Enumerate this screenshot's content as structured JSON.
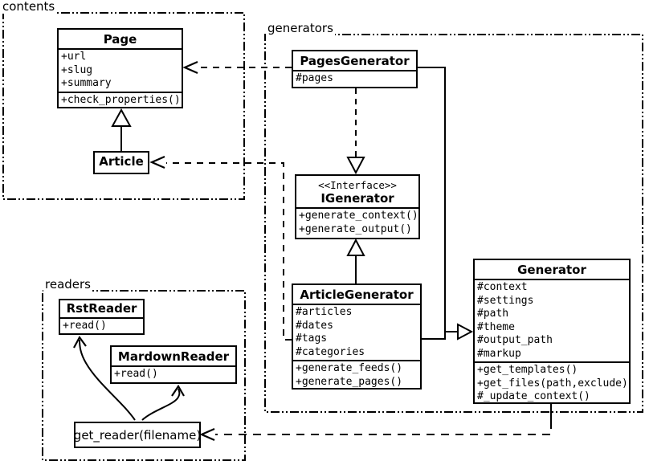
{
  "diagram_type": "uml-class-diagram",
  "colors": {
    "line": "#000000",
    "background": "#ffffff"
  },
  "packages": {
    "contents": {
      "label": "contents"
    },
    "generators": {
      "label": "generators"
    },
    "readers": {
      "label": "readers"
    }
  },
  "classes": {
    "page": {
      "name": "Page",
      "attributes": [
        "+url",
        "+slug",
        "+summary"
      ],
      "methods": [
        "+check_properties()"
      ]
    },
    "article": {
      "name": "Article"
    },
    "pages_generator": {
      "name": "PagesGenerator",
      "attributes": [
        "#pages"
      ]
    },
    "igenerator": {
      "stereotype": "<<Interface>>",
      "name": "IGenerator",
      "methods": [
        "+generate_context()",
        "+generate_output()"
      ]
    },
    "article_generator": {
      "name": "ArticleGenerator",
      "attributes": [
        "#articles",
        "#dates",
        "#tags",
        "#categories"
      ],
      "methods": [
        "+generate_feeds()",
        "+generate_pages()"
      ]
    },
    "generator": {
      "name": "Generator",
      "attributes": [
        "#context",
        "#settings",
        "#path",
        "#theme",
        "#output_path",
        "#markup"
      ],
      "methods": [
        "+get_templates()",
        "+get_files(path,exclude)",
        "#_update_context()"
      ]
    },
    "rst_reader": {
      "name": "RstReader",
      "methods": [
        "+read()"
      ]
    },
    "mardown_reader": {
      "name": "MardownReader",
      "methods": [
        "+read()"
      ]
    },
    "get_reader": {
      "label": "get_reader(filename)"
    }
  },
  "relations": [
    {
      "from": "Article",
      "to": "Page",
      "type": "generalization"
    },
    {
      "from": "PagesGenerator",
      "to": "IGenerator",
      "type": "realization"
    },
    {
      "from": "ArticleGenerator",
      "to": "IGenerator",
      "type": "generalization"
    },
    {
      "from": "PagesGenerator",
      "to": "Generator",
      "type": "generalization"
    },
    {
      "from": "ArticleGenerator",
      "to": "Generator",
      "type": "generalization"
    },
    {
      "from": "PagesGenerator",
      "to": "Page",
      "type": "dependency"
    },
    {
      "from": "ArticleGenerator",
      "to": "Article",
      "type": "dependency"
    },
    {
      "from": "Generator",
      "to": "get_reader(filename)",
      "type": "dependency"
    },
    {
      "from": "get_reader(filename)",
      "to": "RstReader",
      "type": "arrow"
    },
    {
      "from": "get_reader(filename)",
      "to": "MardownReader",
      "type": "arrow"
    }
  ]
}
